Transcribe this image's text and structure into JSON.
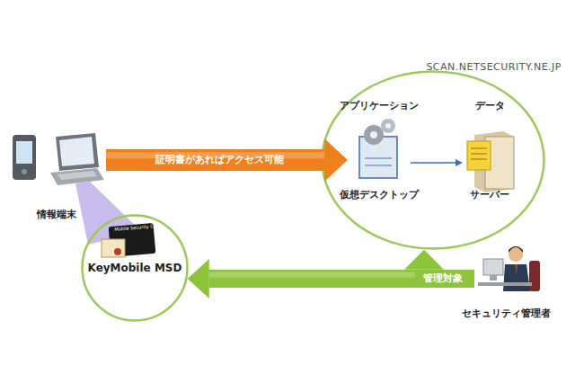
{
  "diagram": {
    "nodes": [
      {
        "text": [
          "情報端末"
        ]
      },
      {
        "text": []
      },
      {
        "text": [
          "アプリケーション",
          "仮想デスクトップ"
        ],
        "in": 1
      },
      {
        "text": [
          "データ",
          "サーバー"
        ],
        "in": 1
      },
      {
        "text": [
          "KeyMobile MSD"
        ]
      },
      {
        "text": [
          "セキュリティ管理者"
        ]
      }
    ],
    "edges": [
      {
        "from": 0,
        "to": 2,
        "arrow": "to",
        "label": "証明書があればアクセス可能"
      },
      {
        "from": 2,
        "to": 3,
        "arrow": "to"
      },
      {
        "from": 5,
        "to": 4,
        "arrow": "to",
        "label": "管理対象"
      },
      {
        "from": 5,
        "to": 1,
        "arrow": "to"
      }
    ],
    "labels": [
      "SCAN.NETSECURITY.NE.JP",
      "Mobile Security Card"
    ]
  }
}
